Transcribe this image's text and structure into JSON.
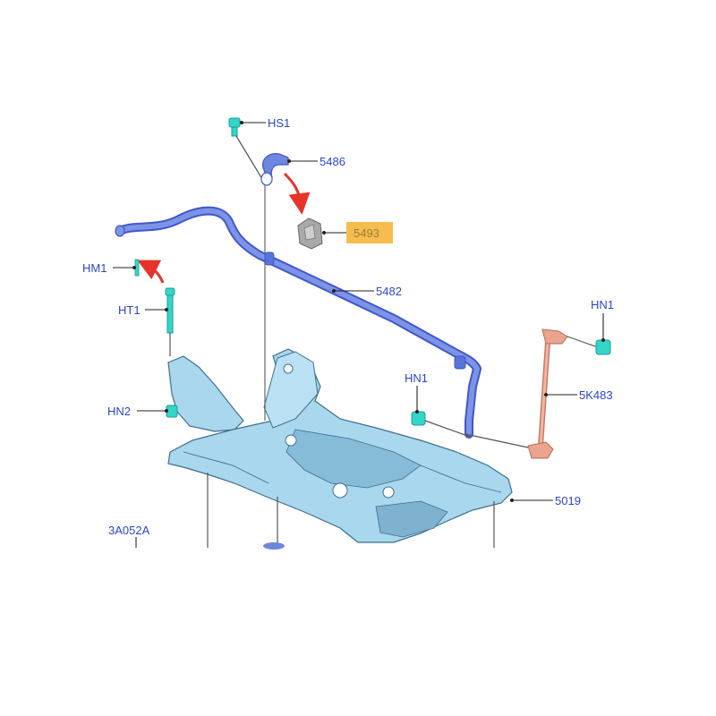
{
  "labels": {
    "hs1": "HS1",
    "p5486": "5486",
    "p5493": "5493",
    "p5482": "5482",
    "hm1": "HM1",
    "ht1": "HT1",
    "hn1_right": "HN1",
    "hn1_mid": "HN1",
    "p5k483": "5K483",
    "hn2": "HN2",
    "p5019": "5019",
    "p3a052a": "3A052A"
  },
  "colors": {
    "label_text": "#2b46c8",
    "highlight_box": "#f6bd4e",
    "stabilizer_bar": "#6f86df",
    "subframe": "#a9d7ee",
    "fastener": "#33d6c8",
    "link": "#e9a58f",
    "arrow": "#e8332b",
    "bushing": "#a9a9a9"
  }
}
